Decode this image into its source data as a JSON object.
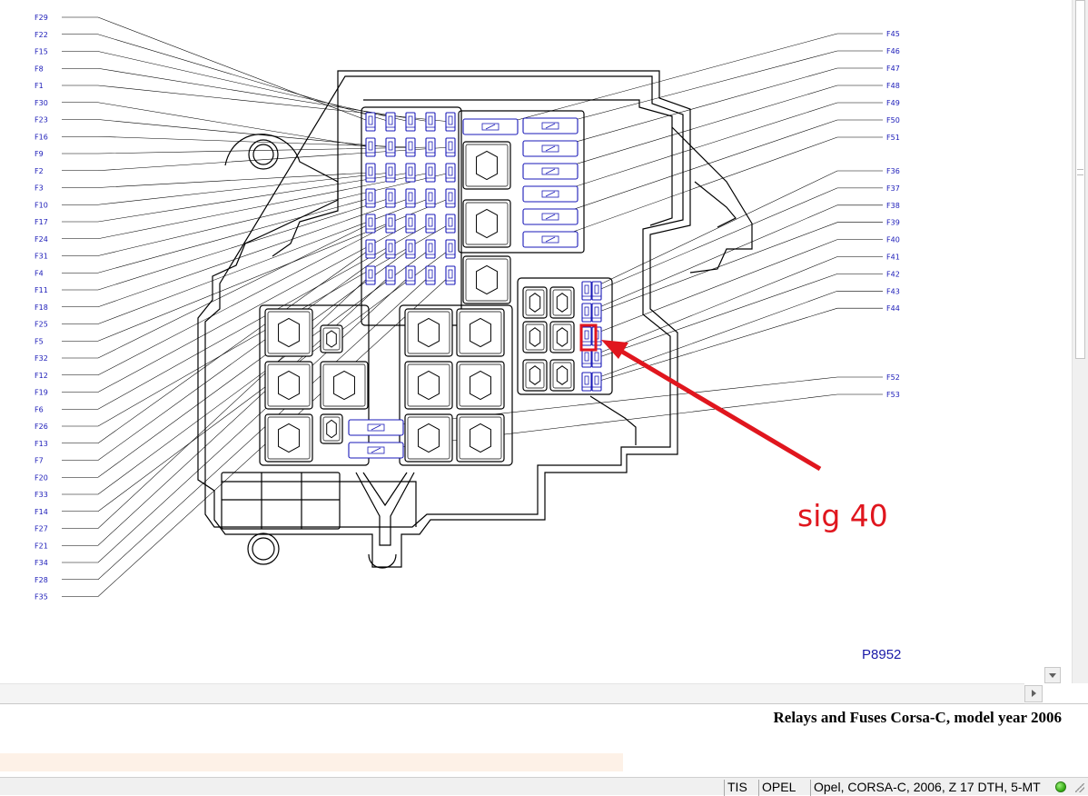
{
  "diagram": {
    "left_labels": [
      "F29",
      "F22",
      "F15",
      "F8",
      "F1",
      "F30",
      "F23",
      "F16",
      "F9",
      "F2",
      "F3",
      "F10",
      "F17",
      "F24",
      "F31",
      "F4",
      "F11",
      "F18",
      "F25",
      "F5",
      "F32",
      "F12",
      "F19",
      "F6",
      "F26",
      "F13",
      "F7",
      "F20",
      "F33",
      "F14",
      "F27",
      "F21",
      "F34",
      "F28",
      "F35"
    ],
    "right_labels_top": [
      "F45",
      "F46",
      "F47",
      "F48",
      "F49",
      "F50",
      "F51"
    ],
    "right_labels_mid": [
      "F36",
      "F37",
      "F38",
      "F39",
      "F40",
      "F41",
      "F42",
      "F43",
      "F44"
    ],
    "right_labels_bottom": [
      "F52",
      "F53"
    ],
    "figure_code": "P8952",
    "annotation": {
      "text": "sig 40",
      "color": "#e0161e",
      "highlight": "F40"
    },
    "line_color": "#1a1ab8"
  },
  "caption": "Relays and Fuses Corsa-C, model year 2006",
  "statusbar": {
    "app": "TIS",
    "brand": "OPEL",
    "vehicle": "Opel, CORSA-C, 2006, Z 17 DTH, 5-MT",
    "status_color": "#2fa70e"
  }
}
